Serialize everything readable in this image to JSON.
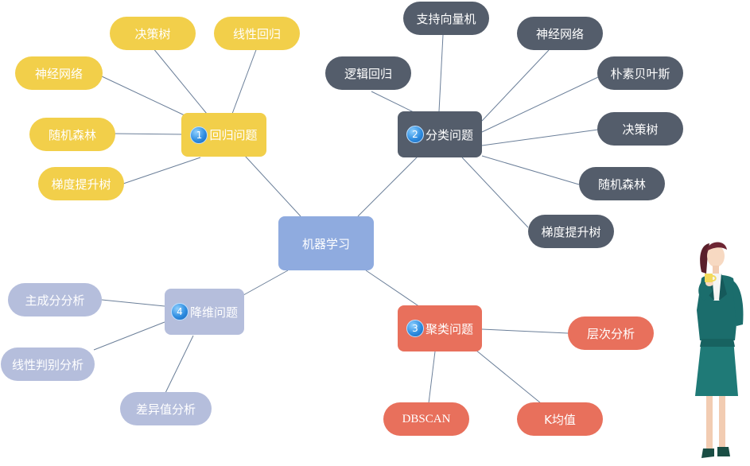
{
  "center": {
    "label": "机器学习",
    "color": "#8fabdf"
  },
  "branches": {
    "regression": {
      "number": "1",
      "label": "回归问题",
      "color": "#f2cf4a",
      "leaves": [
        "决策树",
        "线性回归",
        "神经网络",
        "随机森林",
        "梯度提升树"
      ]
    },
    "classification": {
      "number": "2",
      "label": "分类问题",
      "color": "#545d6b",
      "leaves": [
        "支持向量机",
        "神经网络",
        "逻辑回归",
        "朴素贝叶斯",
        "决策树",
        "随机森林",
        "梯度提升树"
      ]
    },
    "clustering": {
      "number": "3",
      "label": "聚类问题",
      "color": "#e8705c",
      "leaves": [
        "层次分析",
        "DBSCAN",
        "K均值"
      ]
    },
    "reduction": {
      "number": "4",
      "label": "降维问题",
      "color": "#b5bedc",
      "leaves": [
        "主成分分析",
        "线性判别分析",
        "差异值分析"
      ]
    }
  },
  "icons": {
    "number_badge": "numbered-circle-icon",
    "illustration": "businesswoman-holding-cup"
  }
}
